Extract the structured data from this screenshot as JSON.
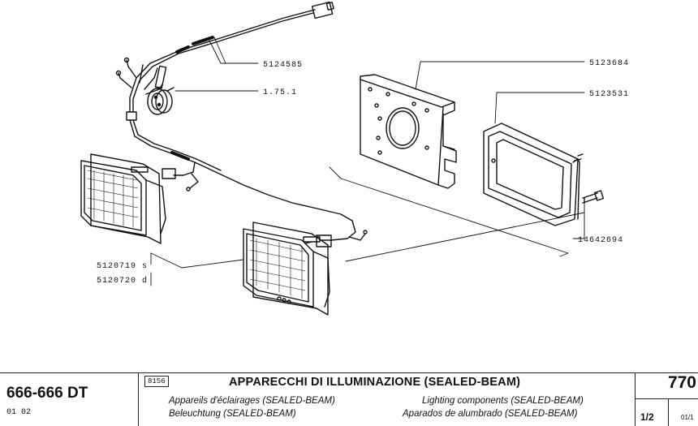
{
  "parts": {
    "p1": "5124585",
    "p2": "1.75.1",
    "p3": "5123684",
    "p4": "5123531",
    "p5": "14642694",
    "p6": "5120719 s",
    "p7": "5120720 d"
  },
  "title_block": {
    "model": "666-666 DT",
    "model_code": "01 02",
    "ref_code": "8156",
    "title_it": "APPARECCHI DI ILLUMINAZIONE (SEALED-BEAM)",
    "title_fr": "Appareils d'éclairages (SEALED-BEAM)",
    "title_en": "Lighting components (SEALED-BEAM)",
    "title_de": "Beleuchtung (SEALED-BEAM)",
    "title_es": "Aparados de alumbrado (SEALED-BEAM)",
    "page": "770",
    "sheet": "1/2",
    "revision": "01/1"
  }
}
